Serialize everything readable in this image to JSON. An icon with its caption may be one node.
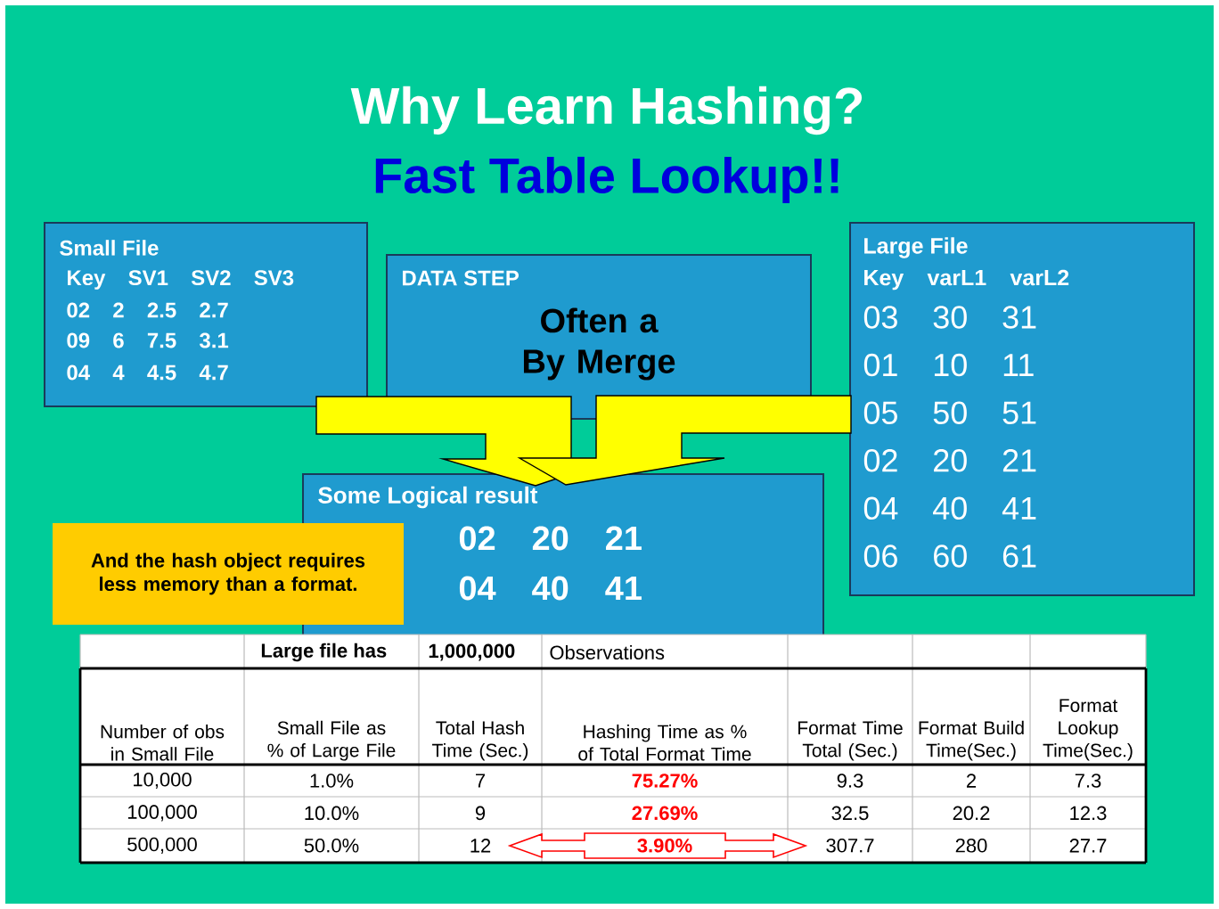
{
  "diagram": {
    "title": "Why Learn Hashing?",
    "nodes": [
      {
        "text": [
          "Small File",
          "Key SV1 SV2 SV3",
          "02 2 2.5 2.7",
          "09 6 7.5 3.1",
          "04 4 4.5 4.7"
        ]
      },
      {
        "text": [
          "DATA STEP",
          "Often a By Merge"
        ]
      },
      {
        "text": [
          "Large File",
          "Key varL1 varL2",
          "03 30 31",
          "01 10 11",
          "05 50 51",
          "02 20 21",
          "04 40 41",
          "06 60 61"
        ]
      },
      {
        "text": [
          "Some Logical result",
          "02 20 21",
          "04 40 41"
        ]
      },
      {
        "text": [
          "And the hash object requires less memory than a format."
        ]
      }
    ],
    "edges": [
      {
        "from": 0,
        "to": 3,
        "arrow": "to"
      },
      {
        "from": 2,
        "to": 3,
        "arrow": "to"
      }
    ],
    "labels": [
      "Fast Table Lookup!!",
      "Large file has",
      "1,000,000",
      "Observations",
      "Number of obs in Small File",
      "Small File as % of Large File",
      "Total Hash Time (Sec.)",
      "Hashing Time as % of Total Format Time",
      "Format Time Total (Sec.)",
      "Format Build Time(Sec.)",
      "Format Lookup Time(Sec.)",
      "10,000",
      "1.0%",
      "7",
      "75.27%",
      "9.3",
      "2",
      "7.3",
      "100,000",
      "10.0%",
      "9",
      "27.69%",
      "32.5",
      "20.2",
      "12.3",
      "500,000",
      "50.0%",
      "12",
      "3.90%",
      "307.7",
      "280",
      "27.7"
    ]
  }
}
